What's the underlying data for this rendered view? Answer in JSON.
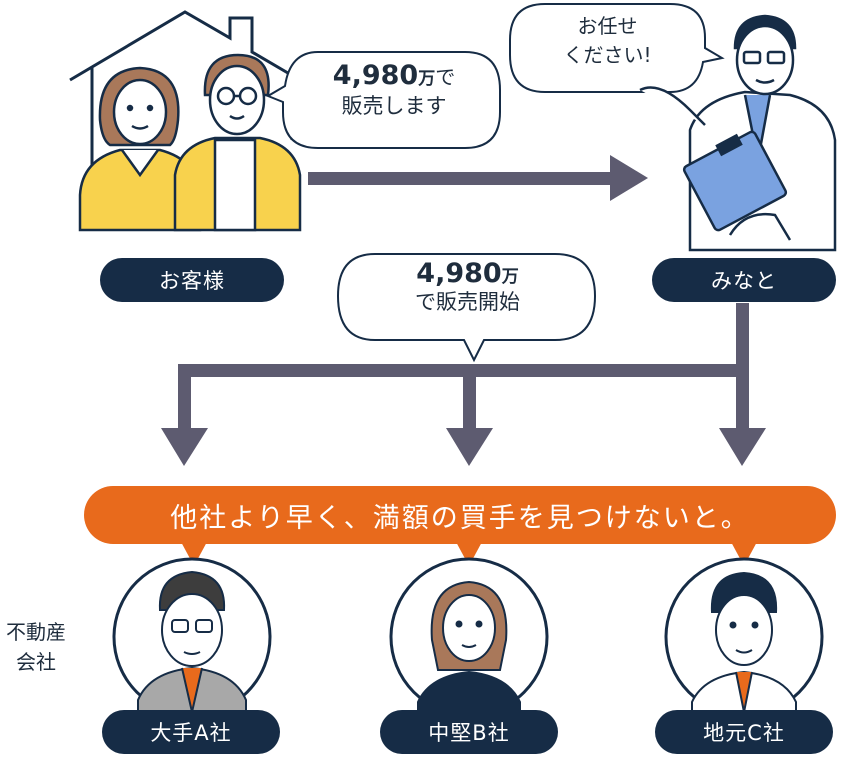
{
  "customer": {
    "label": "お客様",
    "bubble_price": "4,980",
    "bubble_unit": "万",
    "bubble_suffix": "で",
    "bubble_line2": "販売します"
  },
  "agent": {
    "label": "みなと",
    "bubble_line1": "お任せ",
    "bubble_line2": "ください!"
  },
  "listing": {
    "price": "4,980",
    "unit": "万",
    "line2": "で販売開始"
  },
  "banner": {
    "text": "他社より早く、満額の買手を見つけないと。"
  },
  "companies_group_label": {
    "line1": "不動産",
    "line2": "会社"
  },
  "companies": [
    {
      "label": "大手A社"
    },
    {
      "label": "中堅B社"
    },
    {
      "label": "地元C社"
    }
  ],
  "colors": {
    "navy": "#162c46",
    "arrow": "#5d5b70",
    "orange": "#e86a1c",
    "yellow": "#f8d24d",
    "shirt_blue": "#7aa2e0"
  }
}
